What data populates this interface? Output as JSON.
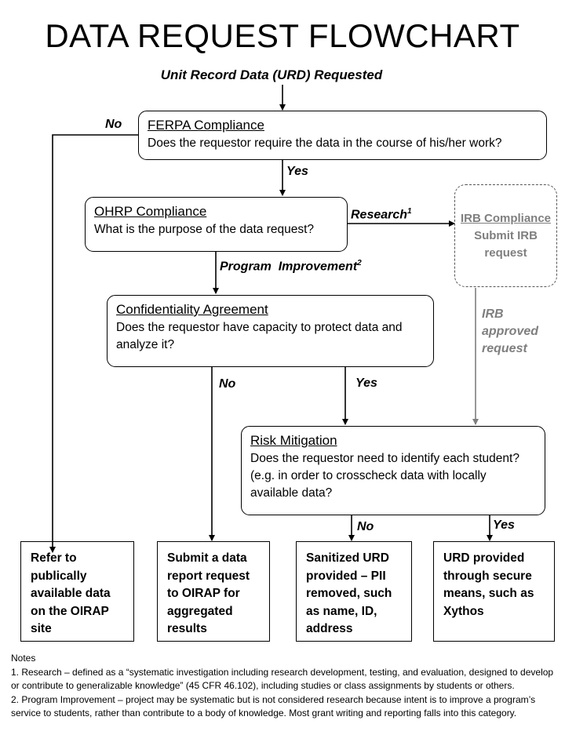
{
  "title": "DATA REQUEST FLOWCHART",
  "start": "Unit Record Data (URD) Requested",
  "ferpa": {
    "head": "FERPA Compliance",
    "body": "Does the requestor require the data in the course of his/her work?"
  },
  "ohrp": {
    "head": "OHRP Compliance",
    "body": "What is the purpose of the data request?"
  },
  "irb": {
    "head": "IRB Compliance",
    "line1": "Submit IRB",
    "line2": "request"
  },
  "conf": {
    "head": "Confidentiality Agreement",
    "body": "Does the requestor have capacity to protect data and analyze it?"
  },
  "risk": {
    "head": "Risk Mitigation",
    "body": "Does the requestor need to identify each student? (e.g. in order to crosscheck data with locally available data?"
  },
  "labels": {
    "ferpa_no": "No",
    "ferpa_yes": "Yes",
    "research": "Research",
    "research_sup": "1",
    "program": "Program  Improvement",
    "program_sup": "2",
    "irb_approved_1": "IRB",
    "irb_approved_2": "approved",
    "irb_approved_3": "request",
    "conf_no": "No",
    "conf_yes": "Yes",
    "risk_no": "No",
    "risk_yes": "Yes"
  },
  "outcomes": [
    "Refer to publically available data on the OIRAP site",
    "Submit a data report request to OIRAP for aggregated results",
    "Sanitized URD provided – PII removed, such as name, ID, address",
    "URD provided through secure means, such as Xythos"
  ],
  "notes": {
    "heading": "Notes",
    "note1": "1. Research – defined as a “systematic investigation including research development, testing, and evaluation, designed to develop or contribute to generalizable knowledge” (45 CFR 46.102),  including studies or class assignments by students or others.",
    "note2": "2. Program Improvement – project may be systematic but is not considered research because intent is to improve a program’s service to students, rather than contribute to a body of knowledge. Most grant writing and reporting falls into this category."
  },
  "colors": {
    "line": "#000000",
    "irb_gray": "#7f7f7f"
  }
}
